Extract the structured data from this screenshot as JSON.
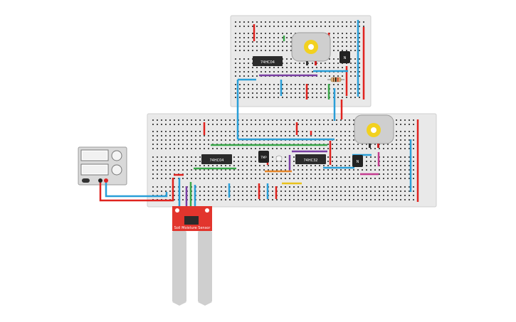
{
  "breadboard_small": {
    "chip_label": "74HC04",
    "transistor_label": "N"
  },
  "breadboard_large": {
    "chip1_label": "74HC04",
    "chip2_label": "74HC32",
    "tmp_label": "TMP",
    "transistor_label": "N"
  },
  "power_supply": {
    "display_top": "",
    "display_bottom": ""
  },
  "sensor": {
    "label": "Soil Moisture Sensor"
  },
  "colors": {
    "wire_red": "#e0231f",
    "wire_blue": "#2a9fd8",
    "wire_green": "#3aa84a",
    "wire_purple": "#7a3fa3",
    "wire_orange": "#e5862a",
    "wire_yellow": "#e9c21c",
    "wire_magenta": "#c43b8f",
    "sensor_red": "#e2352d",
    "motor_yellow": "#f2d11f"
  }
}
